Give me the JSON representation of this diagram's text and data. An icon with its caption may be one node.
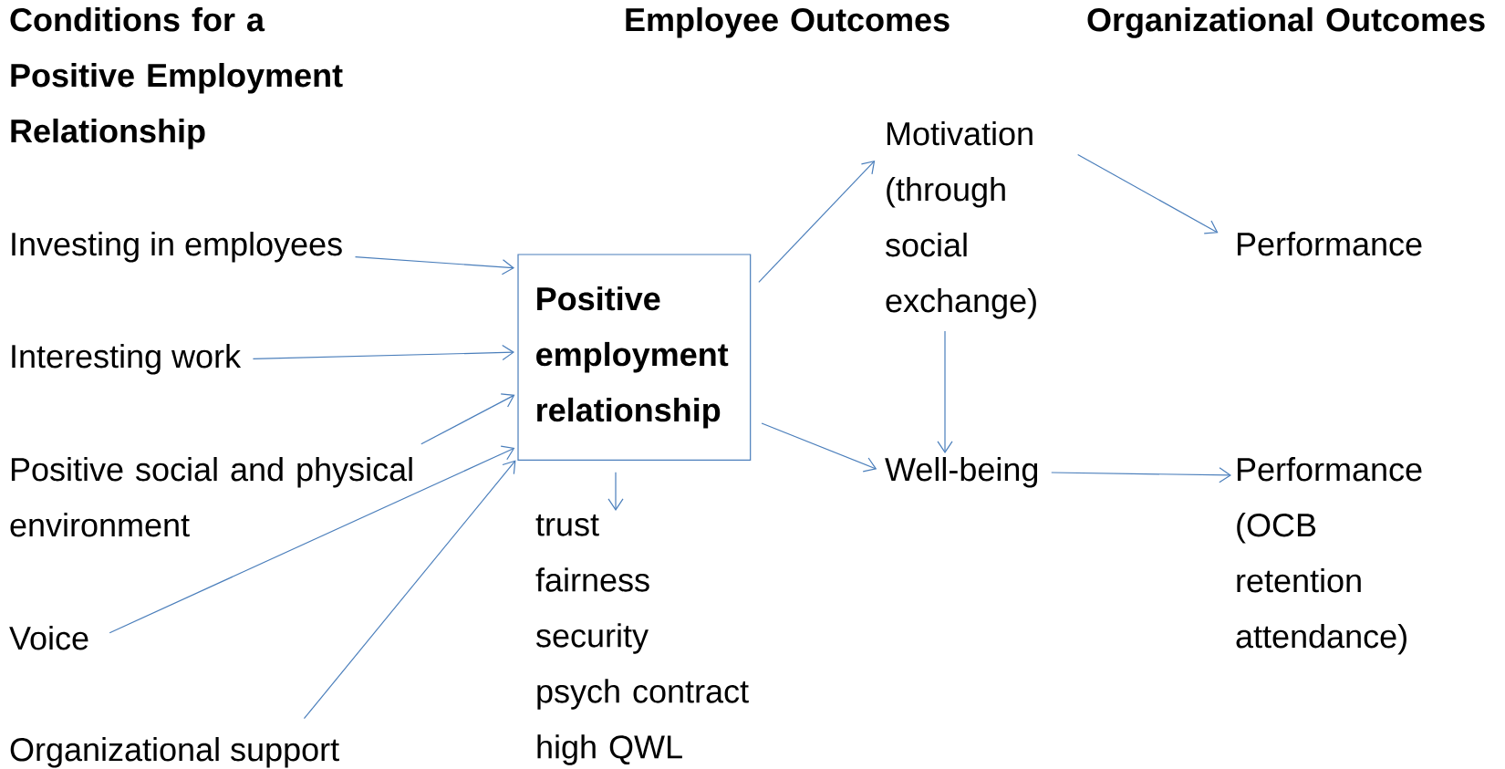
{
  "diagram": {
    "nodes": [
      {
        "text": [
          "Investing in employees"
        ]
      },
      {
        "text": [
          "Interesting work"
        ]
      },
      {
        "text": [
          "Positive social and physical environment"
        ]
      },
      {
        "text": [
          "Voice"
        ]
      },
      {
        "text": [
          "Organizational support"
        ]
      },
      {
        "text": [
          "Positive employment relationship"
        ]
      },
      {
        "text": [
          "trust",
          "fairness",
          "security",
          "psych contract",
          "high QWL"
        ]
      },
      {
        "text": [
          "Motivation (through social exchange)"
        ]
      },
      {
        "text": [
          "Well-being"
        ]
      },
      {
        "text": [
          "Performance"
        ]
      },
      {
        "text": [
          "Performance (OCB retention attendance)"
        ]
      }
    ],
    "edges": [
      {
        "from": 0,
        "to": 5,
        "arrow": "to"
      },
      {
        "from": 1,
        "to": 5,
        "arrow": "to"
      },
      {
        "from": 2,
        "to": 5,
        "arrow": "to"
      },
      {
        "from": 3,
        "to": 5,
        "arrow": "to"
      },
      {
        "from": 4,
        "to": 5,
        "arrow": "to"
      },
      {
        "from": 5,
        "to": 6,
        "arrow": "to"
      },
      {
        "from": 5,
        "to": 7,
        "arrow": "to"
      },
      {
        "from": 5,
        "to": 8,
        "arrow": "to"
      },
      {
        "from": 7,
        "to": 8,
        "arrow": "to"
      },
      {
        "from": 7,
        "to": 9,
        "arrow": "to"
      },
      {
        "from": 8,
        "to": 10,
        "arrow": "to"
      }
    ],
    "labels": [
      "Conditions for a Positive Employment Relationship",
      "Employee Outcomes",
      "Organizational Outcomes"
    ]
  }
}
